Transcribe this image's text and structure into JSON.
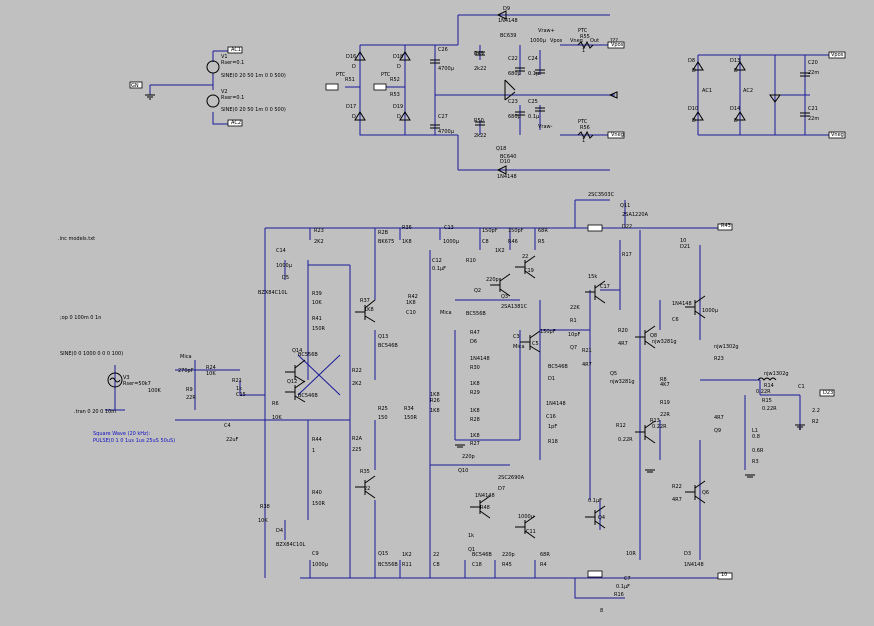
{
  "directives": {
    "inc": ".inc models.txt",
    "op": ";op 0 100m 0 1n",
    "sine": "SINE(0 0 1000 0 0 0 100)",
    "tran": ".tran 0 20 0 10m",
    "square_note": "Square Wave (20 kHz):",
    "pulse": "PULSE(0 1 0 1us 1us 25uS 50uS)"
  },
  "supply": {
    "V1": {
      "name": "V1",
      "rser": "Rser=0.1",
      "wave": "SINE(0 20 50 1m 0 0 500)"
    },
    "V2": {
      "name": "V2",
      "rser": "Rser=0.1",
      "wave": "SINE(0 20 50 1m 0 0 500)"
    },
    "labels": [
      "AC1",
      "AC2",
      "GN",
      "PTC",
      "R51",
      "PTC",
      "R52",
      "R53",
      "D16",
      "D17",
      "D18",
      "D19",
      "D",
      "D",
      "D",
      "D",
      "C26",
      "4700µ",
      "C27",
      "4700µ",
      "R49",
      "2k22",
      "R50",
      "2k22",
      "C22",
      "680µ",
      "C23",
      "680µ",
      "C24",
      "0.1µ",
      "C25",
      "0.1µ",
      "D9",
      "1N4148",
      "D10",
      "1N4148",
      "BC639",
      "BC640",
      "Q18",
      "PTC",
      "R55",
      "1",
      "PTC",
      "R56",
      "1",
      "Vpos",
      "Vneg",
      "Vraw+",
      "Vraw-"
    ],
    "bridge2_labels": [
      "D8",
      "D13",
      "D10",
      "D14",
      "D",
      "D",
      "D",
      "D",
      "C20",
      "22m",
      "C21",
      "22m",
      "AC1",
      "AC2",
      "Vpos",
      "Vneg"
    ]
  },
  "amp": {
    "source": {
      "name": "V3",
      "rser": "Rser=50k7",
      "r": "100K"
    },
    "labels": [
      "C14",
      "1000µ",
      "D5",
      "BZX84C10L",
      "R23",
      "2K2",
      "R39",
      "10K",
      "R41",
      "150R",
      "Q14",
      "BC556B",
      "Q12",
      "BC546B",
      "R6",
      "10K",
      "R9",
      "22R",
      "R24",
      "10K",
      "R21",
      "1k",
      "C15",
      "Mica",
      "270pF",
      "C4",
      "22uF",
      "R44",
      "1",
      "R40",
      "150R",
      "R38",
      "10K",
      "D4",
      "BZX84C10L",
      "C9",
      "1000µ",
      "R22",
      "2K2",
      "R2A",
      "225",
      "R2B",
      "BK675",
      "R37",
      "1K8",
      "Q13",
      "BC546B",
      "R25",
      "150",
      "R34",
      "150R",
      "R35",
      "22",
      "Q15",
      "BC556B",
      "R36",
      "1K8",
      "C13",
      "1000µ",
      "C12",
      "0.1µF",
      "R42",
      "1K8",
      "C10",
      "Mica",
      "150pF",
      "C8",
      "150pF",
      "R46",
      "68R",
      "R5",
      "1K2",
      "R10",
      "22",
      "C19",
      "220p",
      "Q3",
      "2SA1381C",
      "Q2",
      "BC556B",
      "R47",
      "D6",
      "1N4148",
      "R30",
      "1K8",
      "R29",
      "1K8",
      "R28",
      "1K8",
      "R27",
      "1K8",
      "R26",
      "1K8",
      "C3",
      "Mica",
      "150pF",
      "C5",
      "10pF",
      "Q7",
      "BC546B",
      "D1",
      "1N4148",
      "C16",
      "1pF",
      "R18",
      "22K",
      "R1",
      "15k",
      "C17",
      "220p",
      "Q10",
      "2SC2690A",
      "D7",
      "1N4148",
      "R48",
      "1k",
      "Q1",
      "BC546B",
      "C18",
      "220p",
      "R45",
      "68R",
      "R4",
      "1K2",
      "R11",
      "22",
      "C8",
      "1000µ",
      "C11",
      "0.1µF",
      "Q4",
      "2SC3503C",
      "Q11",
      "2SA1220A",
      "D22",
      "R17",
      "10",
      "D21",
      "1N4148",
      "C6",
      "1000µ",
      "R20",
      "4R7",
      "Q8",
      "njw3281g",
      "R21",
      "4R7",
      "Q5",
      "njw3281g",
      "R8",
      "4K7",
      "R19",
      "22R",
      "R12",
      "0.22R",
      "R13",
      "0.22R",
      "R22",
      "4R7",
      "Q6",
      "njw1302g",
      "R23",
      "4R7",
      "Q9",
      "njw1302g",
      "R14",
      "0.22R",
      "R15",
      "0.22R",
      "L1",
      "0.8",
      "0.6R",
      "R3",
      "2.2",
      "R2",
      "10R",
      "C7",
      "0.1µF",
      "R16",
      "8",
      "D3",
      "1N4148",
      "R43",
      "10",
      "D23",
      "C1",
      "1000µ",
      "Vpos",
      "Vneg",
      "Out",
      "???"
    ]
  },
  "colors": {
    "background": "#c0c0c0",
    "wire": "#1a1a9a",
    "component": "#000000",
    "note": "#1010c0"
  }
}
